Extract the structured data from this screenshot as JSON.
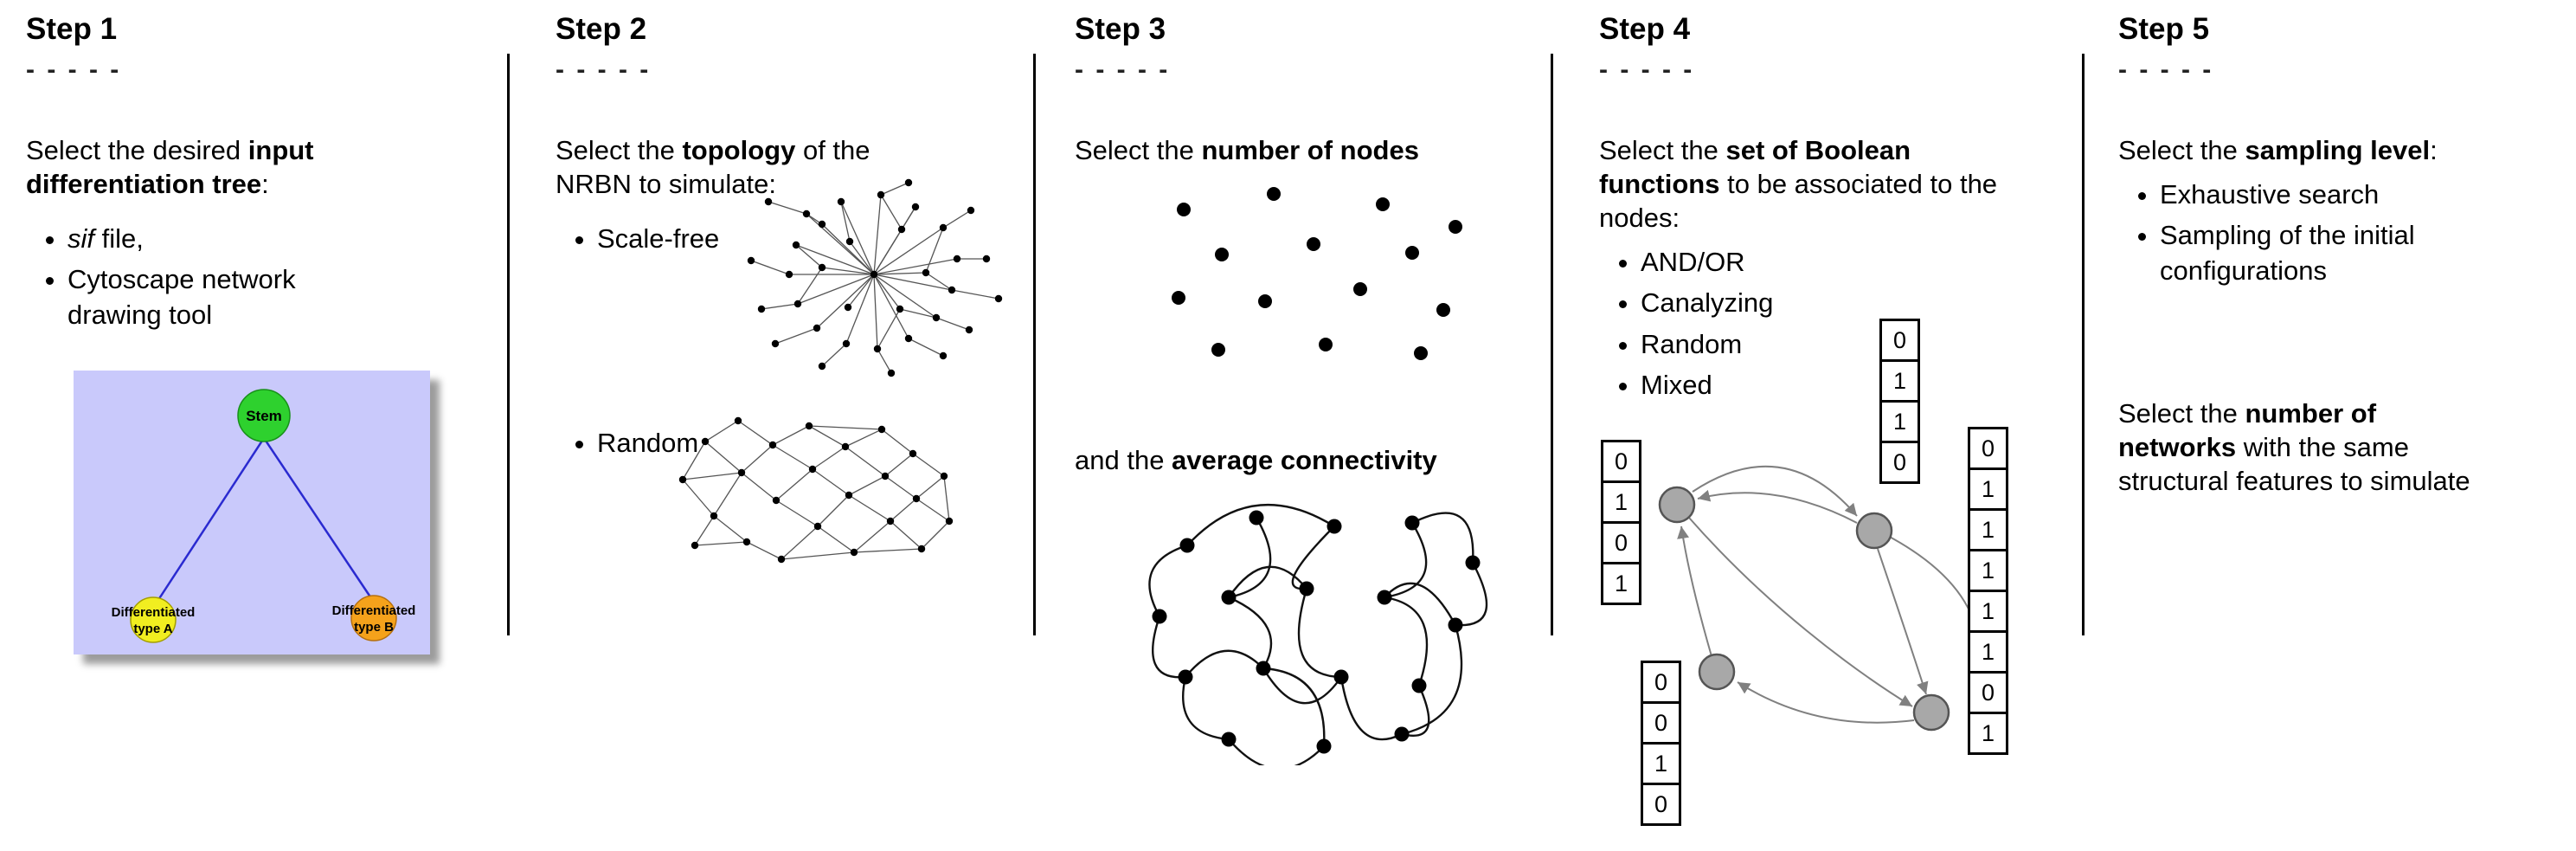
{
  "page": {
    "background": "#ffffff",
    "divider_color": "#000000"
  },
  "steps": [
    {
      "title": "Step 1",
      "dashes": "- - - - -",
      "intro": {
        "pre": "Select the desired ",
        "bold": "input differentiation tree",
        "post": ":"
      },
      "bullets": [
        {
          "italic": "sif",
          "text": " file,"
        },
        {
          "italic": "",
          "text": "Cytoscape network drawing tool"
        }
      ],
      "tree": {
        "stem_label": "Stem",
        "type_a_line1": "Differentiated",
        "type_a_line2": "type A",
        "type_b_line1": "Differentiated",
        "type_b_line2": "type B",
        "colors": {
          "background": "#c9c9fb",
          "stem": "#2ed12e",
          "type_a": "#f1ee20",
          "type_b": "#f5a21b",
          "edge": "#2a2ad0"
        }
      }
    },
    {
      "title": "Step 2",
      "dashes": "- - - - -",
      "intro": {
        "pre": "Select the ",
        "bold": "topology",
        "post": " of the NRBN to simulate:"
      },
      "bullets": [
        {
          "text": "Scale-free"
        },
        {
          "text": "Random"
        }
      ]
    },
    {
      "title": "Step 3",
      "dashes": "- - - - -",
      "intro": {
        "pre": "Select the ",
        "bold": "number of nodes",
        "post": ""
      },
      "second_text": {
        "pre": "and the ",
        "bold": "average connectivity",
        "post": ""
      }
    },
    {
      "title": "Step 4",
      "dashes": "- - - - -",
      "intro": {
        "pre": "Select the ",
        "bold": "set of Boolean functions",
        "post": " to be associated to the nodes:"
      },
      "bullets": [
        {
          "text": "AND/OR"
        },
        {
          "text": "Canalyzing"
        },
        {
          "text": "Random"
        },
        {
          "text": "Mixed"
        }
      ],
      "truth_tables": {
        "left": [
          "0",
          "1",
          "0",
          "1"
        ],
        "top": [
          "0",
          "1",
          "1",
          "0"
        ],
        "right": [
          "0",
          "1",
          "1",
          "1",
          "1",
          "1",
          "0",
          "1"
        ],
        "bottom": [
          "0",
          "0",
          "1",
          "0"
        ]
      },
      "diagram_colors": {
        "node_fill": "#a8a8a8",
        "node_stroke": "#555555",
        "arrow": "#808080"
      }
    },
    {
      "title": "Step 5",
      "dashes": "- - - - -",
      "intro": {
        "pre": "Select the ",
        "bold": "sampling level",
        "post": ":"
      },
      "bullets": [
        {
          "text": "Exhaustive search"
        },
        {
          "text": "Sampling of the initial configurations"
        }
      ],
      "second_text": {
        "pre": "Select the ",
        "bold": "number of\nnetworks",
        "post": " with the same\nstructural features to simulate"
      }
    }
  ]
}
